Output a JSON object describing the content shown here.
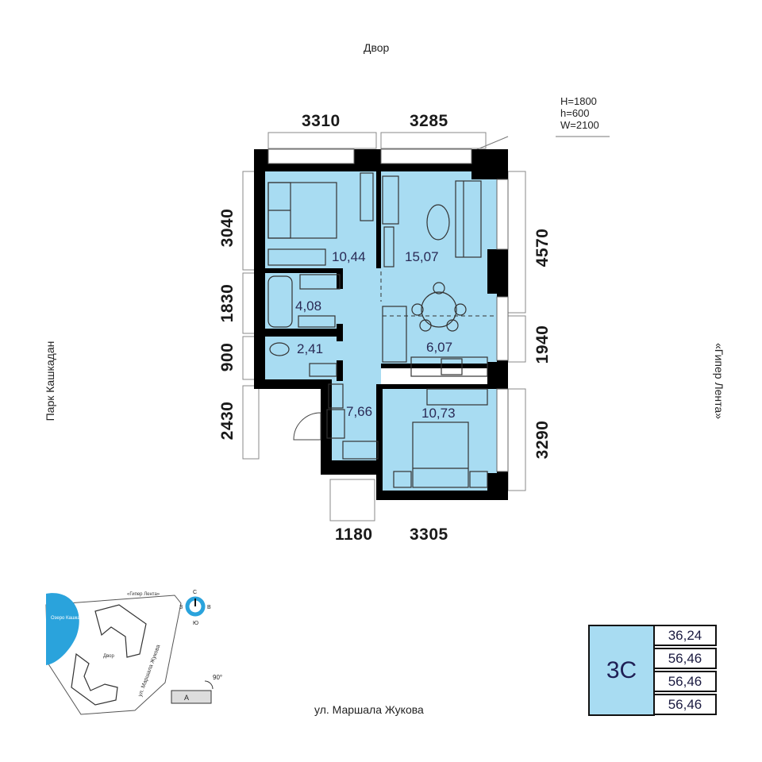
{
  "labels": {
    "top": "Двор",
    "left": "Парк Кашкадан",
    "right": "«Гипер Лента»",
    "bottom": "ул. Маршала Жукова"
  },
  "window_spec": [
    "H=1800",
    "h=600",
    "W=2100"
  ],
  "dimensions": {
    "top_left": "3310",
    "top_right": "3285",
    "left_1": "3040",
    "left_2": "1830",
    "left_3": "900",
    "left_4": "2430",
    "right_1": "4570",
    "right_2": "1940",
    "right_3": "3290",
    "bottom_left": "1180",
    "bottom_right": "3305"
  },
  "rooms": {
    "bedroom_1": "10,44",
    "living": "15,07",
    "bathroom": "4,08",
    "wc": "2,41",
    "kitchen": "6,07",
    "hall": "7,66",
    "bedroom_2": "10,73"
  },
  "site_plan": {
    "lake": "Озеро Кашкадан",
    "top_road": "«Гипер Лента»",
    "street": "ул. Маршала Жукова",
    "yard": "Двор",
    "building": "А",
    "angle": "90°",
    "compass": {
      "n": "С",
      "s": "Ю",
      "w": "З",
      "e": "В"
    }
  },
  "apartment": {
    "type": "3С",
    "areas": [
      "36,24",
      "56,46",
      "56,46",
      "56,46"
    ]
  },
  "colors": {
    "room_fill": "#a8dcf2",
    "wall": "#000000",
    "text_dark": "#1f1f55",
    "compass": "#2aa3dc"
  }
}
